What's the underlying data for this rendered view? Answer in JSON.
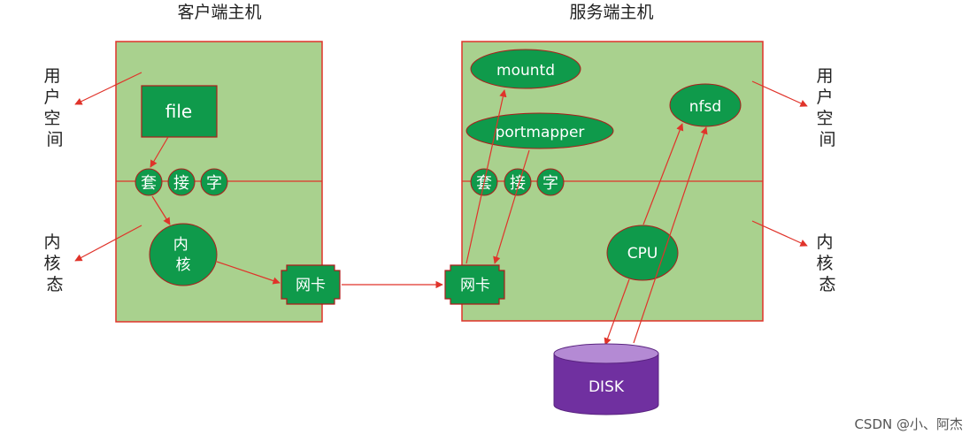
{
  "client": {
    "title": "客户端主机",
    "user_space": [
      "用",
      "户",
      "空",
      "间"
    ],
    "kernel_space": [
      "内",
      "核",
      "态"
    ],
    "file": "file",
    "socket": [
      "套",
      "接",
      "字"
    ],
    "kernel": [
      "内",
      "核"
    ],
    "nic": "网卡"
  },
  "server": {
    "title": "服务端主机",
    "user_space": [
      "用",
      "户",
      "空",
      "间"
    ],
    "kernel_space": [
      "内",
      "核",
      "态"
    ],
    "mountd": "mountd",
    "portmapper": "portmapper",
    "nfsd": "nfsd",
    "socket": [
      "套",
      "接",
      "字"
    ],
    "cpu": "CPU",
    "nic": "网卡"
  },
  "disk": "DISK",
  "watermark": "CSDN @小、阿杰",
  "colors": {
    "panel_fill": "#a9d18e",
    "panel_border": "#e0332a",
    "node_fill": "#0f9a4b",
    "node_border": "#b01b1b",
    "arrow": "#e0332a",
    "disk_side": "#7030a0",
    "disk_top": "#b48ad4"
  }
}
